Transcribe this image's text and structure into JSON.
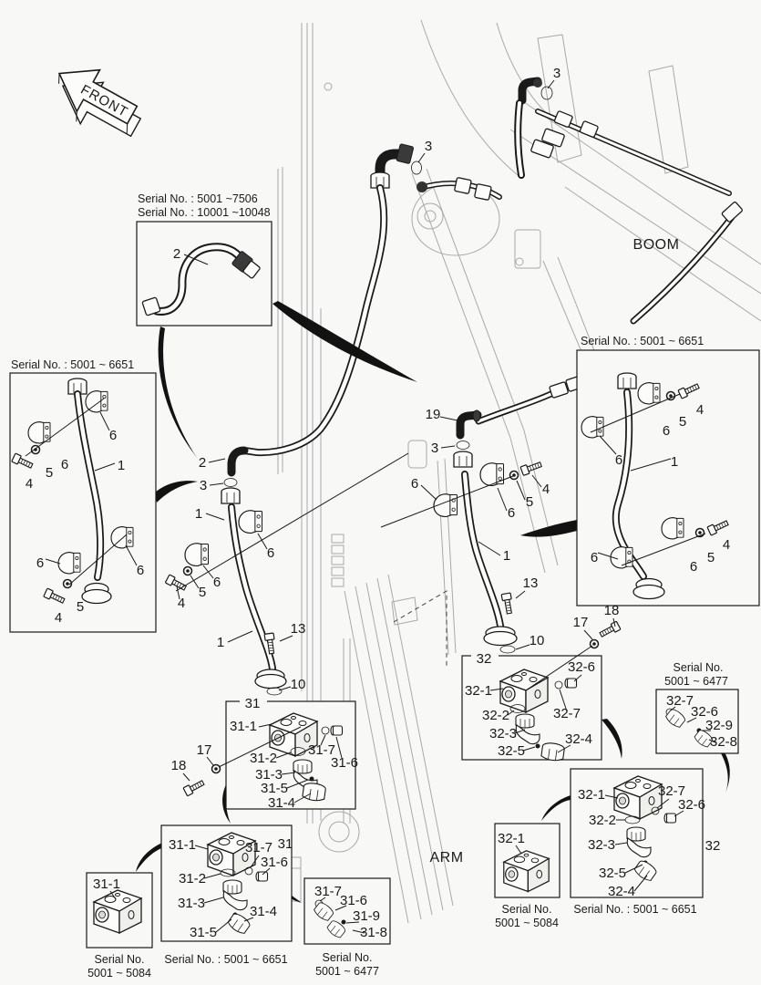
{
  "page": {
    "background": "#f8f8f6",
    "ink": "#1a1a1a",
    "structure_gray": "#a9a9a9"
  },
  "orientation": {
    "front_label": "FRONT"
  },
  "regions": {
    "boom_label": "BOOM",
    "arm_label": "ARM"
  },
  "part_numbers": {
    "p1": "1",
    "p2": "2",
    "p3": "3",
    "p4": "4",
    "p5": "5",
    "p6": "6",
    "p10": "10",
    "p13": "13",
    "p17": "17",
    "p18": "18",
    "p19": "19",
    "p31": "31",
    "p31_1": "31-1",
    "p31_2": "31-2",
    "p31_3": "31-3",
    "p31_4": "31-4",
    "p31_5": "31-5",
    "p31_6": "31-6",
    "p31_7": "31-7",
    "p31_8": "31-8",
    "p31_9": "31-9",
    "p32": "32",
    "p32_1": "32-1",
    "p32_2": "32-2",
    "p32_3": "32-3",
    "p32_4": "32-4",
    "p32_5": "32-5",
    "p32_6": "32-6",
    "p32_7": "32-7",
    "p32_8": "32-8",
    "p32_9": "32-9"
  },
  "callouts": {
    "hose_box": {
      "serial_line1": "Serial No. : 5001 ~7506",
      "serial_line2": "Serial No. : 10001 ~10048"
    },
    "left_tube_box": {
      "serial": "Serial No. : 5001 ~ 6651"
    },
    "right_tube_box": {
      "serial": "Serial No. : 5001 ~ 6651"
    },
    "valve31_box": {
      "serial": "Serial No. : 5001 ~ 6651"
    },
    "valve32_box": {
      "serial": "Serial No. : 5001 ~ 6651"
    },
    "block31_early_box": {
      "serial_label": "Serial No.",
      "serial_range": "5001 ~ 5084"
    },
    "block32_early_box": {
      "serial_label": "Serial No.",
      "serial_range": "5001 ~ 5084"
    },
    "fittings31_box": {
      "serial_label": "Serial No.",
      "serial_range": "5001 ~ 6477"
    },
    "fittings32_box": {
      "serial_label": "Serial No.",
      "serial_range": "5001 ~ 6477"
    }
  }
}
